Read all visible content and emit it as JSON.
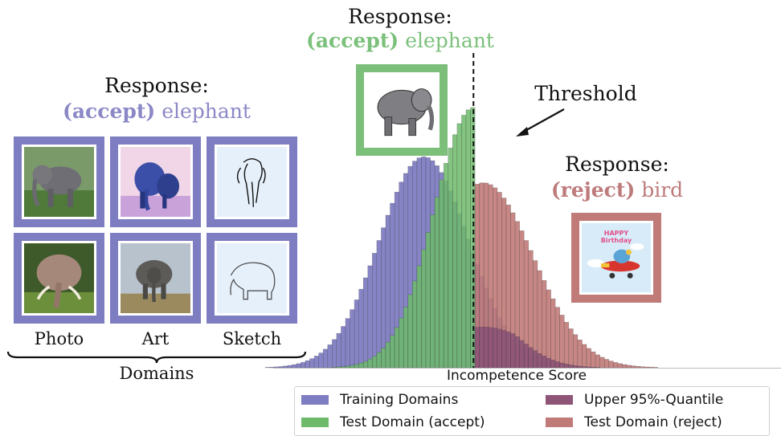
{
  "left_panel": {
    "response_title": "Response:",
    "response_accept": "(accept)",
    "response_class": "elephant",
    "domain_labels": [
      "Photo",
      "Art",
      "Sketch"
    ],
    "brace_label": "Domains",
    "tile_color": "#7f7dc2"
  },
  "top_panel": {
    "response_title": "Response:",
    "response_accept": "(accept)",
    "response_class": "elephant",
    "frame_color": "#7cbf7a"
  },
  "right_panel": {
    "response_title": "Response:",
    "response_reject": "(reject)",
    "response_class": "bird",
    "frame_color": "#c07a78",
    "card_text": "HAPPY Birthday"
  },
  "threshold_label": "Threshold",
  "chart_data": {
    "type": "histogram",
    "xlabel": "Incompetence Score",
    "threshold": 0.0,
    "series": [
      {
        "name": "Training Domains",
        "color": "#7f7dc2",
        "mean": -1.0,
        "sd": 0.9,
        "peak": 0.73
      },
      {
        "name": "Test Domain (accept)",
        "color": "#6dba6b",
        "mean": 0.0,
        "sd": 0.8,
        "peak": 0.9
      },
      {
        "name": "Upper 95%-Quantile",
        "color": "#8e5577"
      },
      {
        "name": "Test Domain (reject)",
        "color": "#c07a78",
        "mean": 0.2,
        "sd": 1.0,
        "peak": 0.64
      }
    ]
  },
  "legend": {
    "items": [
      {
        "label": "Training Domains",
        "color": "#7f7dc2"
      },
      {
        "label": "Upper 95%-Quantile",
        "color": "#8e5577"
      },
      {
        "label": "Test Domain (accept)",
        "color": "#6dba6b"
      },
      {
        "label": "Test Domain (reject)",
        "color": "#c07a78"
      }
    ]
  }
}
